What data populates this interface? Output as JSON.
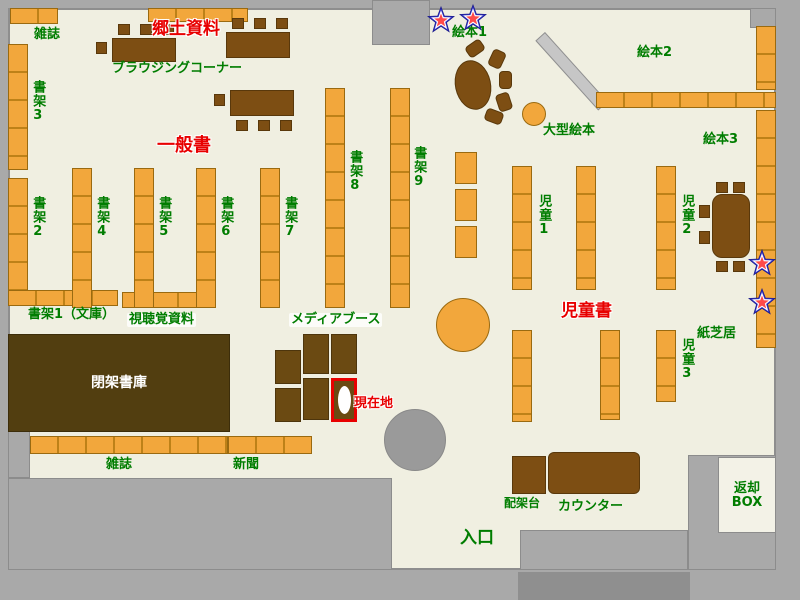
{
  "map": {
    "labels": {
      "magazines_top": "雑誌",
      "local_materials": "郷土資料",
      "browsing_corner": "ブラウジングコーナー",
      "shelf_3": "書架3",
      "shelf_2": "書架2",
      "general_books": "一般書",
      "shelf_4": "書架4",
      "shelf_5": "書架5",
      "shelf_6": "書架6",
      "shelf_7": "書架7",
      "shelf_8": "書架8",
      "shelf_9": "書架9",
      "picture_books_1": "絵本1",
      "picture_books_2": "絵本2",
      "picture_books_3": "絵本3",
      "large_picture_books": "大型絵本",
      "children_1": "児童1",
      "children_2": "児童2",
      "children_3": "児童3",
      "children_books": "児童書",
      "kamishibai": "紙芝居",
      "shelf_1_bunko": "書架1（文庫）",
      "audiovisual": "視聴覚資料",
      "media_booth": "メディアブース",
      "current_location": "現在地",
      "closed_stacks": "閉架書庫",
      "magazines_bottom": "雑誌",
      "newspapers": "新聞",
      "shelving_stand": "配架台",
      "counter": "カウンター",
      "entrance": "入口",
      "return_box_line1": "返却",
      "return_box_line2": "BOX"
    },
    "icons": {
      "star": "★"
    },
    "colors": {
      "floor": "#f0efe1",
      "wall": "#a9a9a9",
      "shelf_orange": "#f2a73c",
      "furniture_brown": "#7d4e13",
      "closed_stacks": "#523e10",
      "label_green": "#007d00",
      "label_red": "#e80000",
      "current_marker_red": "#e80000"
    }
  }
}
